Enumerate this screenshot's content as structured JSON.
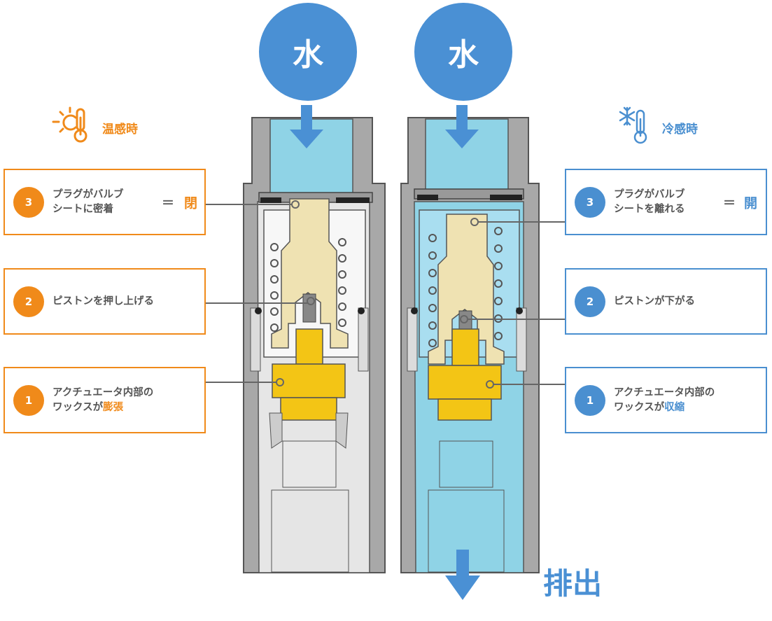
{
  "inlet_left": "水",
  "inlet_right": "水",
  "warm": {
    "title": "温感時",
    "icon": "sun-thermometer-icon",
    "color": "#f08a1a",
    "steps": [
      {
        "num": "3",
        "text": "プラグがバルブ\nシートに密着",
        "eq": "＝",
        "state": "閉"
      },
      {
        "num": "2",
        "text": "ピストンを押し上げる"
      },
      {
        "num": "1",
        "text": "アクチュエータ内部の\nワックスが",
        "emph": "膨張"
      }
    ]
  },
  "cold": {
    "title": "冷感時",
    "icon": "snowflake-thermometer-icon",
    "color": "#4a8fd0",
    "steps": [
      {
        "num": "3",
        "text": "プラグがバルブ\nシートを離れる",
        "eq": "＝",
        "state": "開"
      },
      {
        "num": "2",
        "text": "ピストンが下がる"
      },
      {
        "num": "1",
        "text": "アクチュエータ内部の\nワックスが",
        "emph": "収縮"
      }
    ]
  },
  "outlet": "排出"
}
